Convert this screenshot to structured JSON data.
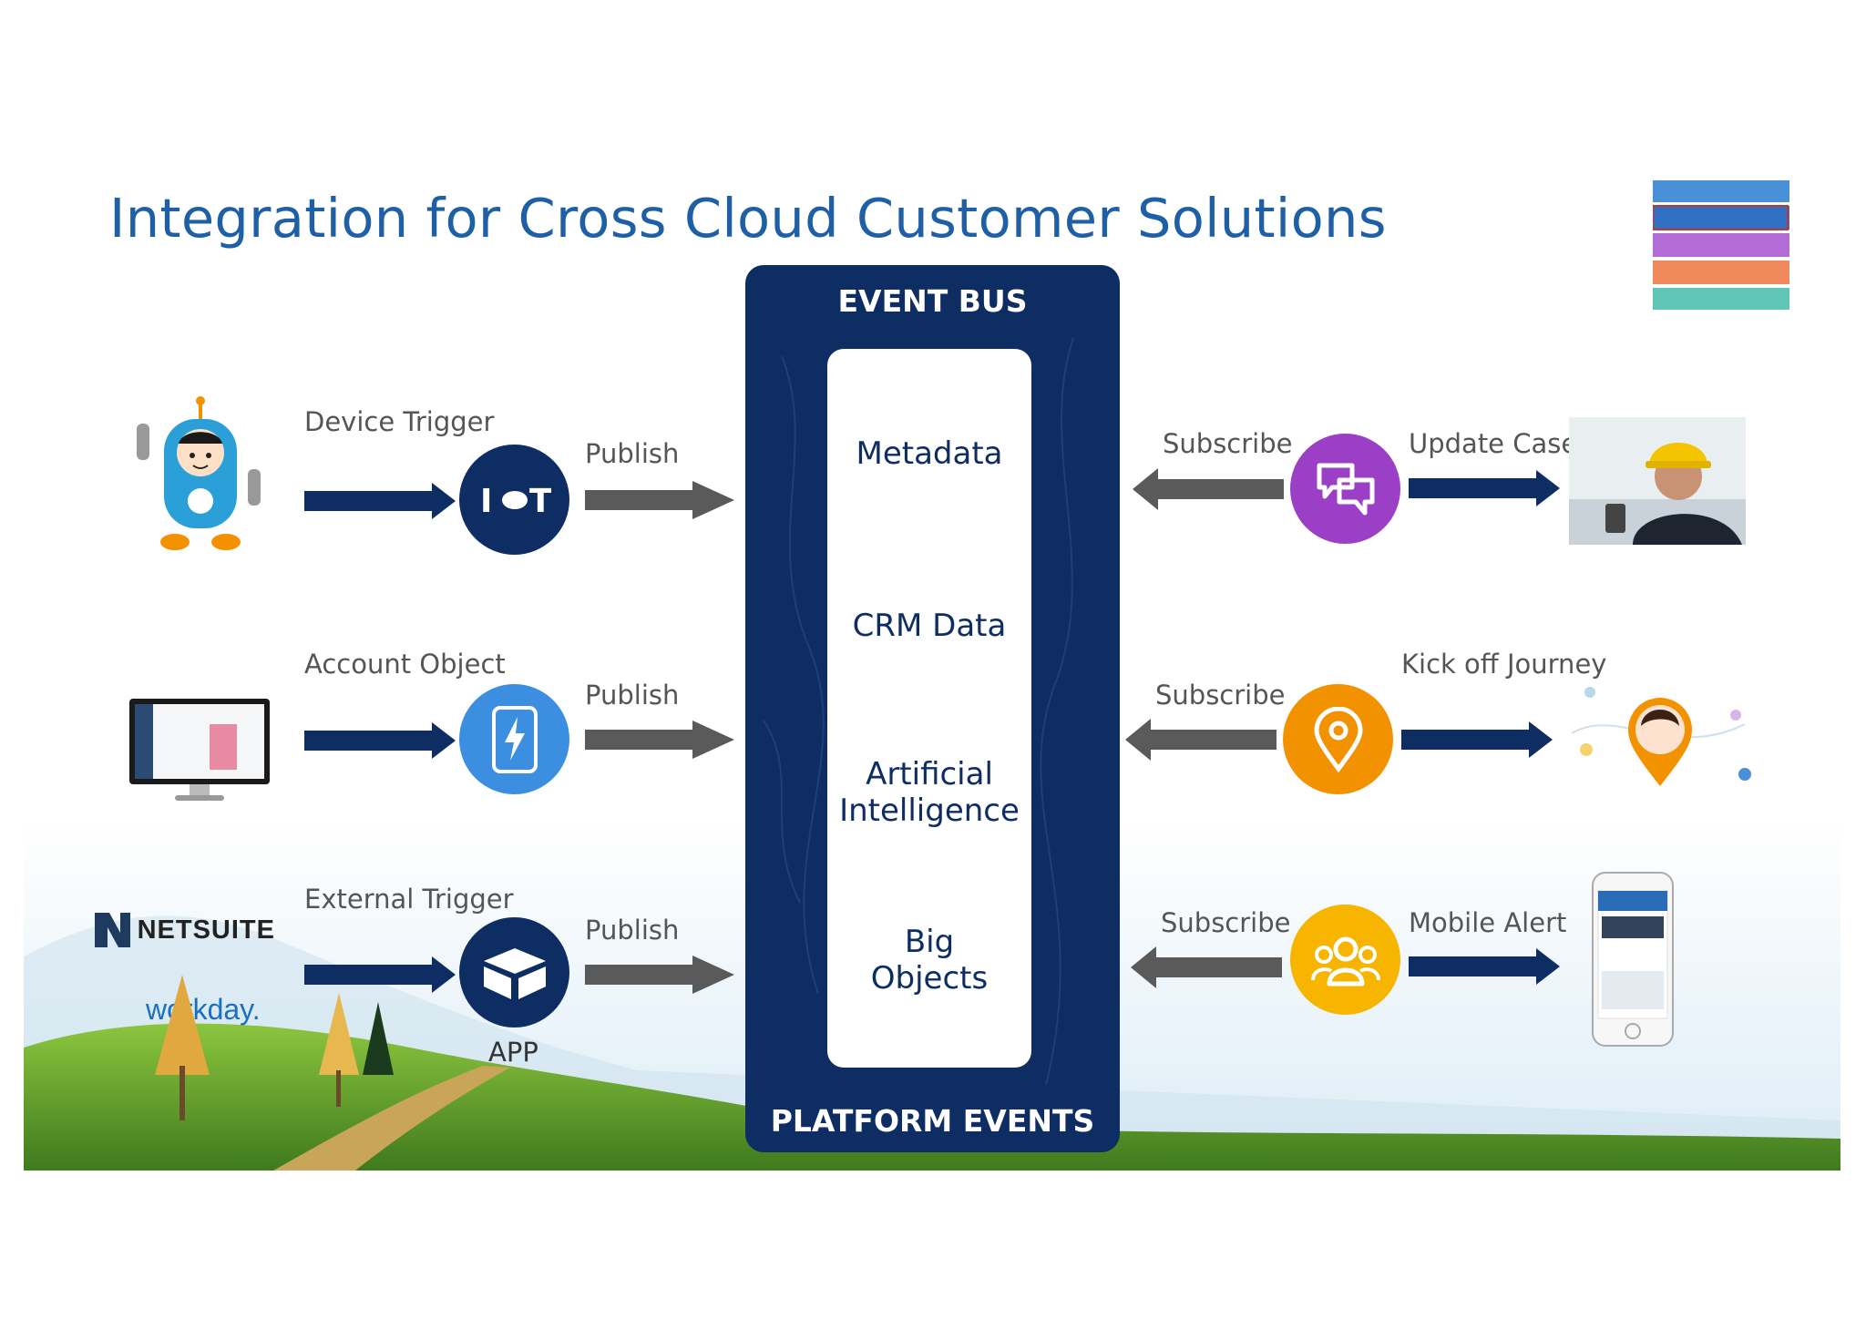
{
  "title": "Integration for Cross Cloud Customer Solutions",
  "event_bus": {
    "header": "EVENT BUS",
    "footer": "PLATFORM EVENTS",
    "items": [
      "Metadata",
      "CRM Data",
      "Artificial Intelligence",
      "Big Objects"
    ]
  },
  "publishers": [
    {
      "trigger": "Device Trigger",
      "action": "Publish",
      "hub_icon": "iot-icon",
      "source": "robot-mascot"
    },
    {
      "trigger": "Account Object",
      "action": "Publish",
      "hub_icon": "mobile-lightning-icon",
      "source": "desktop-monitor"
    },
    {
      "trigger": "External Trigger",
      "action": "Publish",
      "hub_icon": "app-box-icon",
      "hub_label": "APP",
      "source_logos": [
        "NETSUITE",
        "workday."
      ]
    }
  ],
  "subscribers": [
    {
      "action": "Subscribe",
      "outcome": "Update Case",
      "hub_icon": "chat-bubbles-icon",
      "color": "#9b3fc6"
    },
    {
      "action": "Subscribe",
      "outcome": "Kick off Journey",
      "hub_icon": "location-pin-icon",
      "color": "#f39200"
    },
    {
      "action": "Subscribe",
      "outcome": "Mobile Alert",
      "hub_icon": "group-icon",
      "color": "#f7b500"
    }
  ],
  "colors": {
    "navy": "#0e2d62",
    "title_blue": "#1f5fa6",
    "arrow_gray": "#5a5a5a"
  }
}
